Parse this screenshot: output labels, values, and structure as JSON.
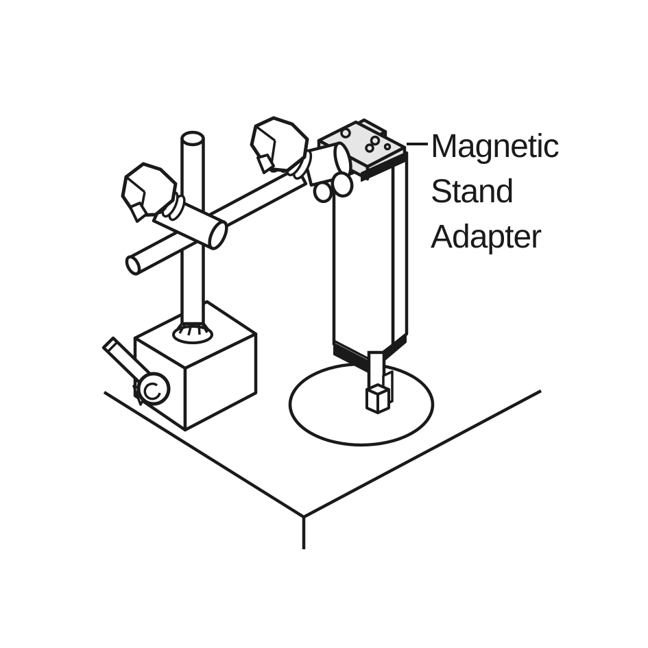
{
  "label": {
    "text": "Magnetic\nStand\nAdapter"
  },
  "colors": {
    "line": "#1a1a1a",
    "fill_light": "#e6e6e6",
    "background": "#ffffff"
  },
  "parts": [
    "table-surface",
    "workpiece-circle",
    "magnetic-base",
    "on-off-lever",
    "stand-pole",
    "crossbar-rod",
    "left-clamp",
    "right-clamp",
    "magnetic-stand-adapter-block",
    "gauge-column",
    "probe-spindle",
    "contact-tip",
    "leader-line"
  ]
}
